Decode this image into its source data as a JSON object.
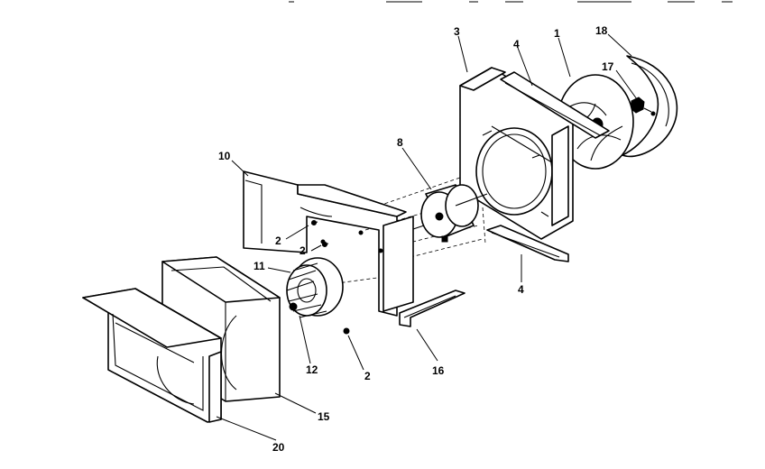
{
  "callouts": [
    {
      "id": "c-1",
      "label": "1"
    },
    {
      "id": "c-2a",
      "label": "2"
    },
    {
      "id": "c-2b",
      "label": "2"
    },
    {
      "id": "c-2c",
      "label": "2"
    },
    {
      "id": "c-3",
      "label": "3"
    },
    {
      "id": "c-4a",
      "label": "4"
    },
    {
      "id": "c-4b",
      "label": "4"
    },
    {
      "id": "c-8",
      "label": "8"
    },
    {
      "id": "c-10",
      "label": "10"
    },
    {
      "id": "c-11",
      "label": "11"
    },
    {
      "id": "c-12",
      "label": "12"
    },
    {
      "id": "c-15",
      "label": "15"
    },
    {
      "id": "c-16",
      "label": "16"
    },
    {
      "id": "c-17",
      "label": "17"
    },
    {
      "id": "c-18",
      "label": "18"
    },
    {
      "id": "c-20",
      "label": "20"
    }
  ]
}
